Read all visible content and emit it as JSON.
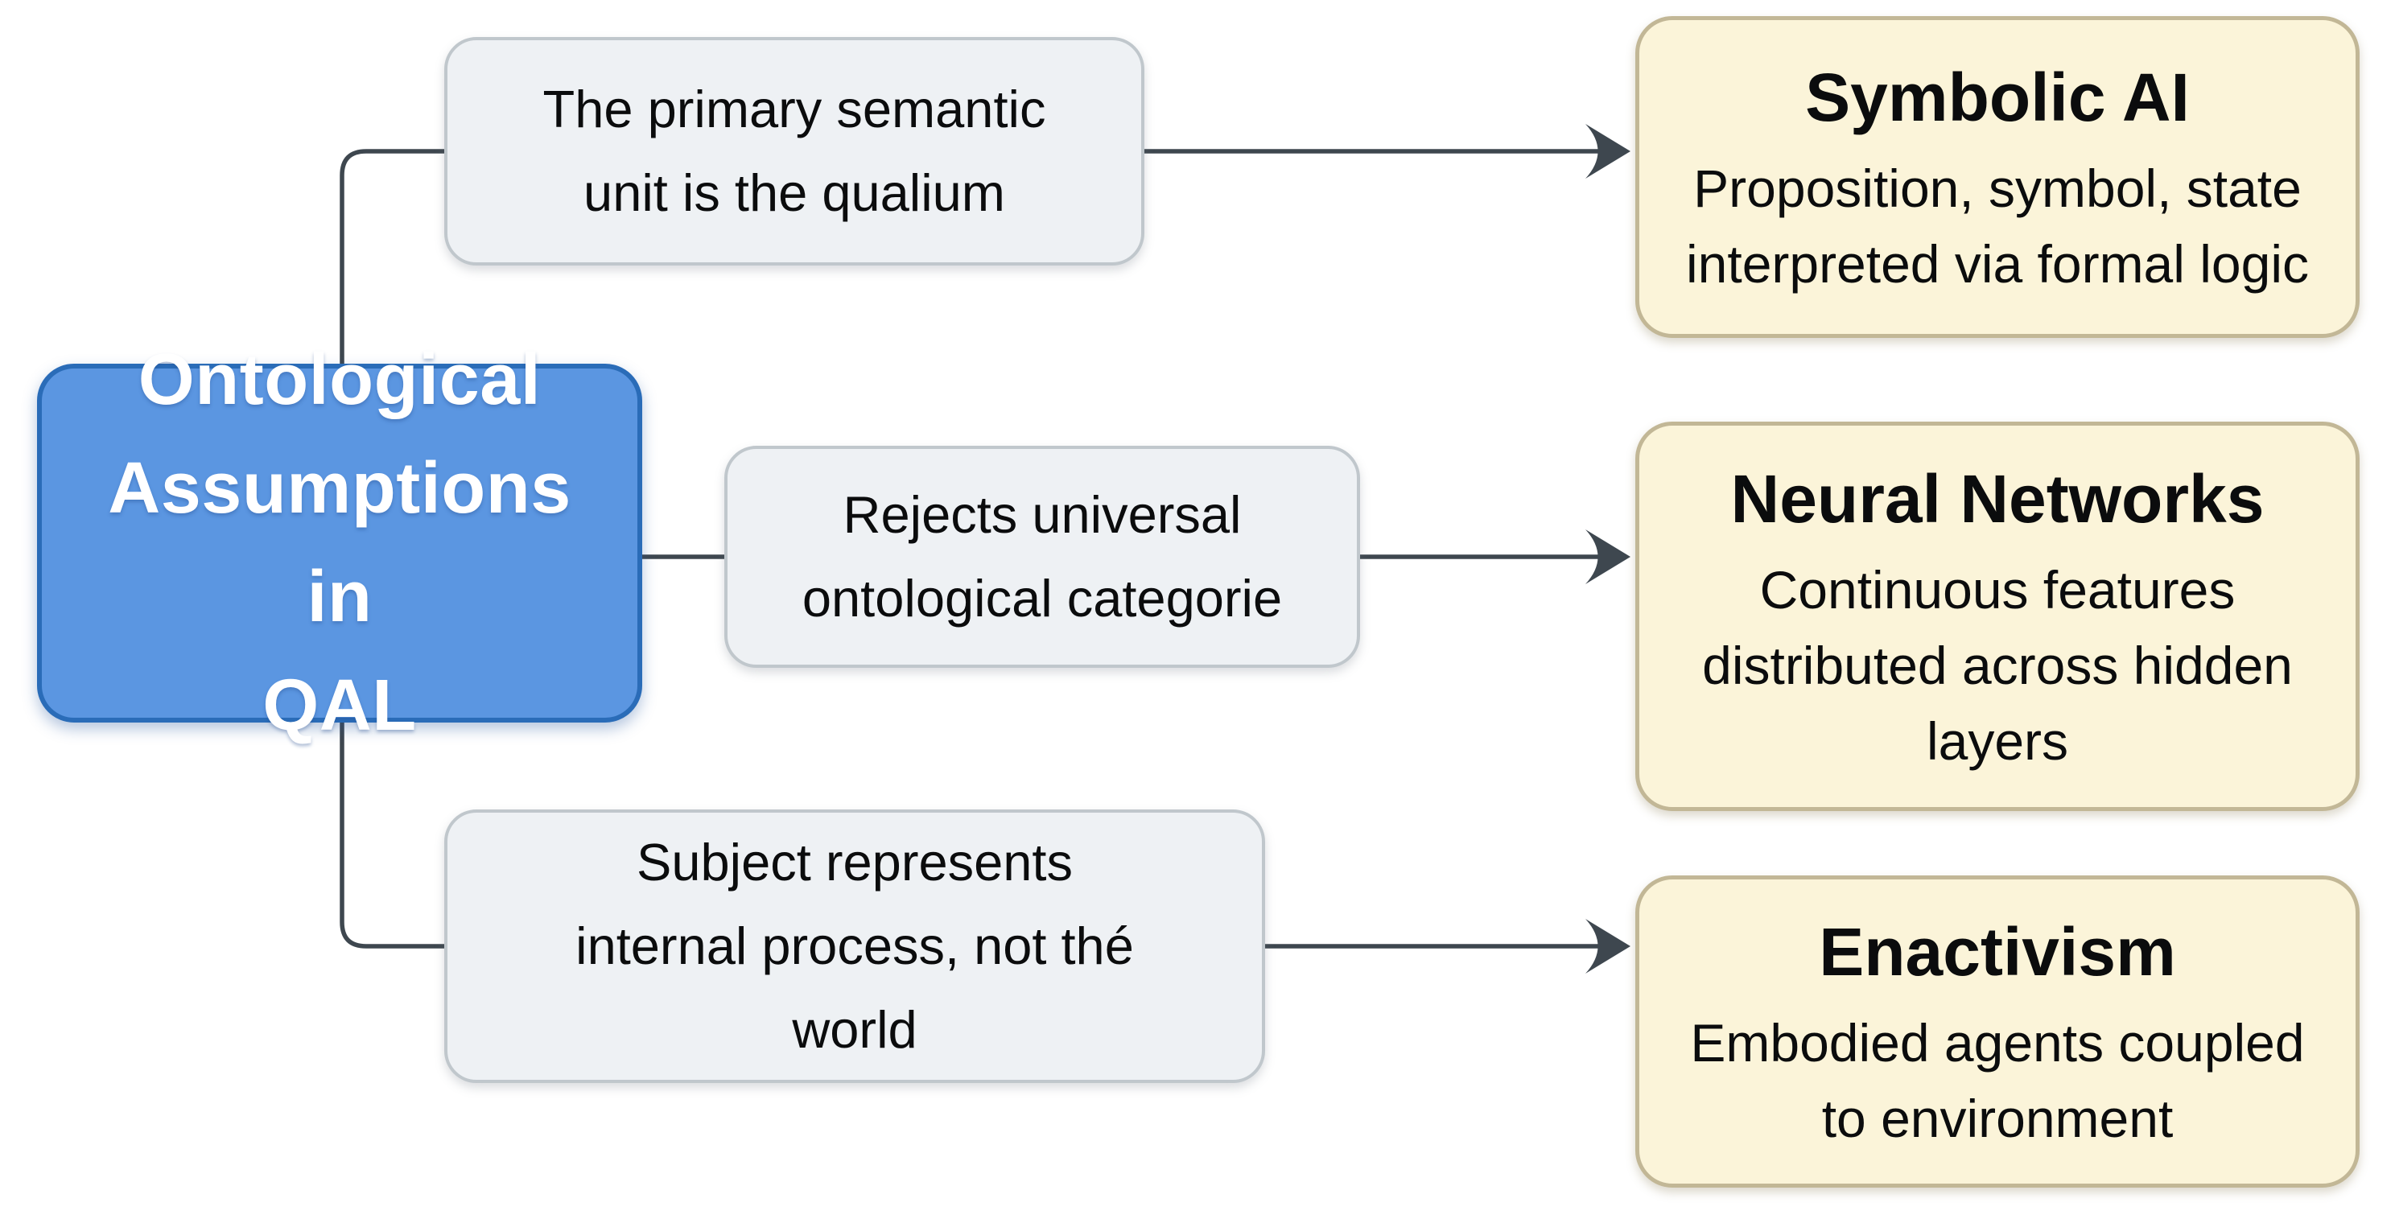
{
  "diagram": {
    "root": {
      "label": "Ontological\nAssumptions in\nQAL"
    },
    "branches": [
      {
        "claim": "The primary semantic\nunit is the qualium",
        "target_title": "Symbolic AI",
        "target_description": "Proposition, symbol, state\ninterpreted via formal logic"
      },
      {
        "claim": "Rejects universal\nontological categorie",
        "target_title": "Neural Networks",
        "target_description": "Continuous features\ndistributed across hidden\nlayers"
      },
      {
        "claim": "Subject represents\ninternal process, not thé\nworld",
        "target_title": "Enactivism",
        "target_description": "Embodied agents coupled\nto environment"
      }
    ],
    "colors": {
      "root_fill": "#5b96e1",
      "root_border": "#2a6cb8",
      "root_text": "#ffffff",
      "claim_fill": "#eef1f4",
      "claim_border": "#c0c7cc",
      "target_fill": "#fbf4d9",
      "target_border": "#c2b796",
      "connector": "#3e474f",
      "body_text": "#0b0c0d",
      "background": "#ffffff"
    }
  }
}
